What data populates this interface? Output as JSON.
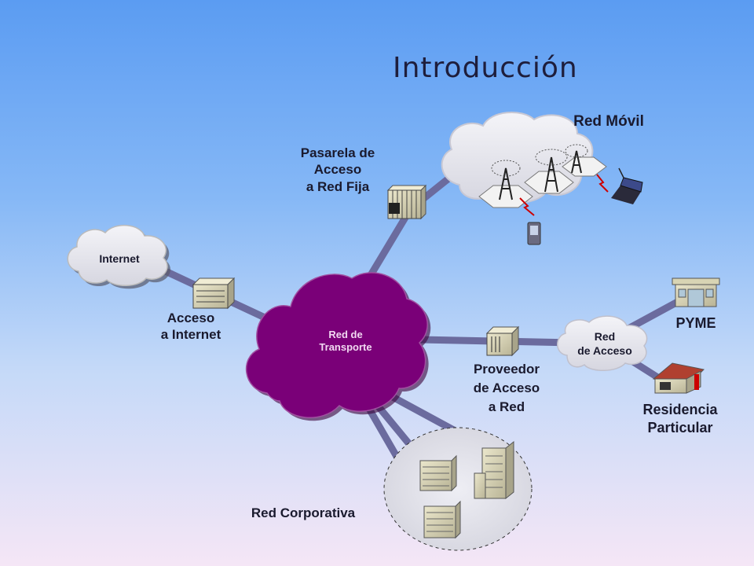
{
  "title": "Introducción",
  "labels": {
    "red_movil": "Red Móvil",
    "pasarela_line1": "Pasarela de",
    "pasarela_line2": "Acceso",
    "pasarela_line3": "a Red Fija",
    "internet": "Internet",
    "acceso_internet_line1": "Acceso",
    "acceso_internet_line2": "a Internet",
    "red_transporte_line1": "Red de",
    "red_transporte_line2": "Transporte",
    "proveedor_line1": "Proveedor",
    "proveedor_line2": "de Acceso",
    "proveedor_line3": "a Red",
    "red_acceso_line1": "Red",
    "red_acceso_line2": "de Acceso",
    "pyme": "PYME",
    "residencia_line1": "Residencia",
    "residencia_line2": "Particular",
    "red_corporativa": "Red Corporativa"
  },
  "colors": {
    "transport_cloud": "#7a0078",
    "link_lines": "#6b6b9e",
    "device_body": "#d8d4b4",
    "cloud_light": "#e6e6ee"
  },
  "icons": [
    "cloud-icon",
    "router-icon",
    "gateway-icon",
    "cell-tower-icon",
    "laptop-icon",
    "pda-icon",
    "building-icon",
    "house-icon",
    "shop-icon"
  ]
}
